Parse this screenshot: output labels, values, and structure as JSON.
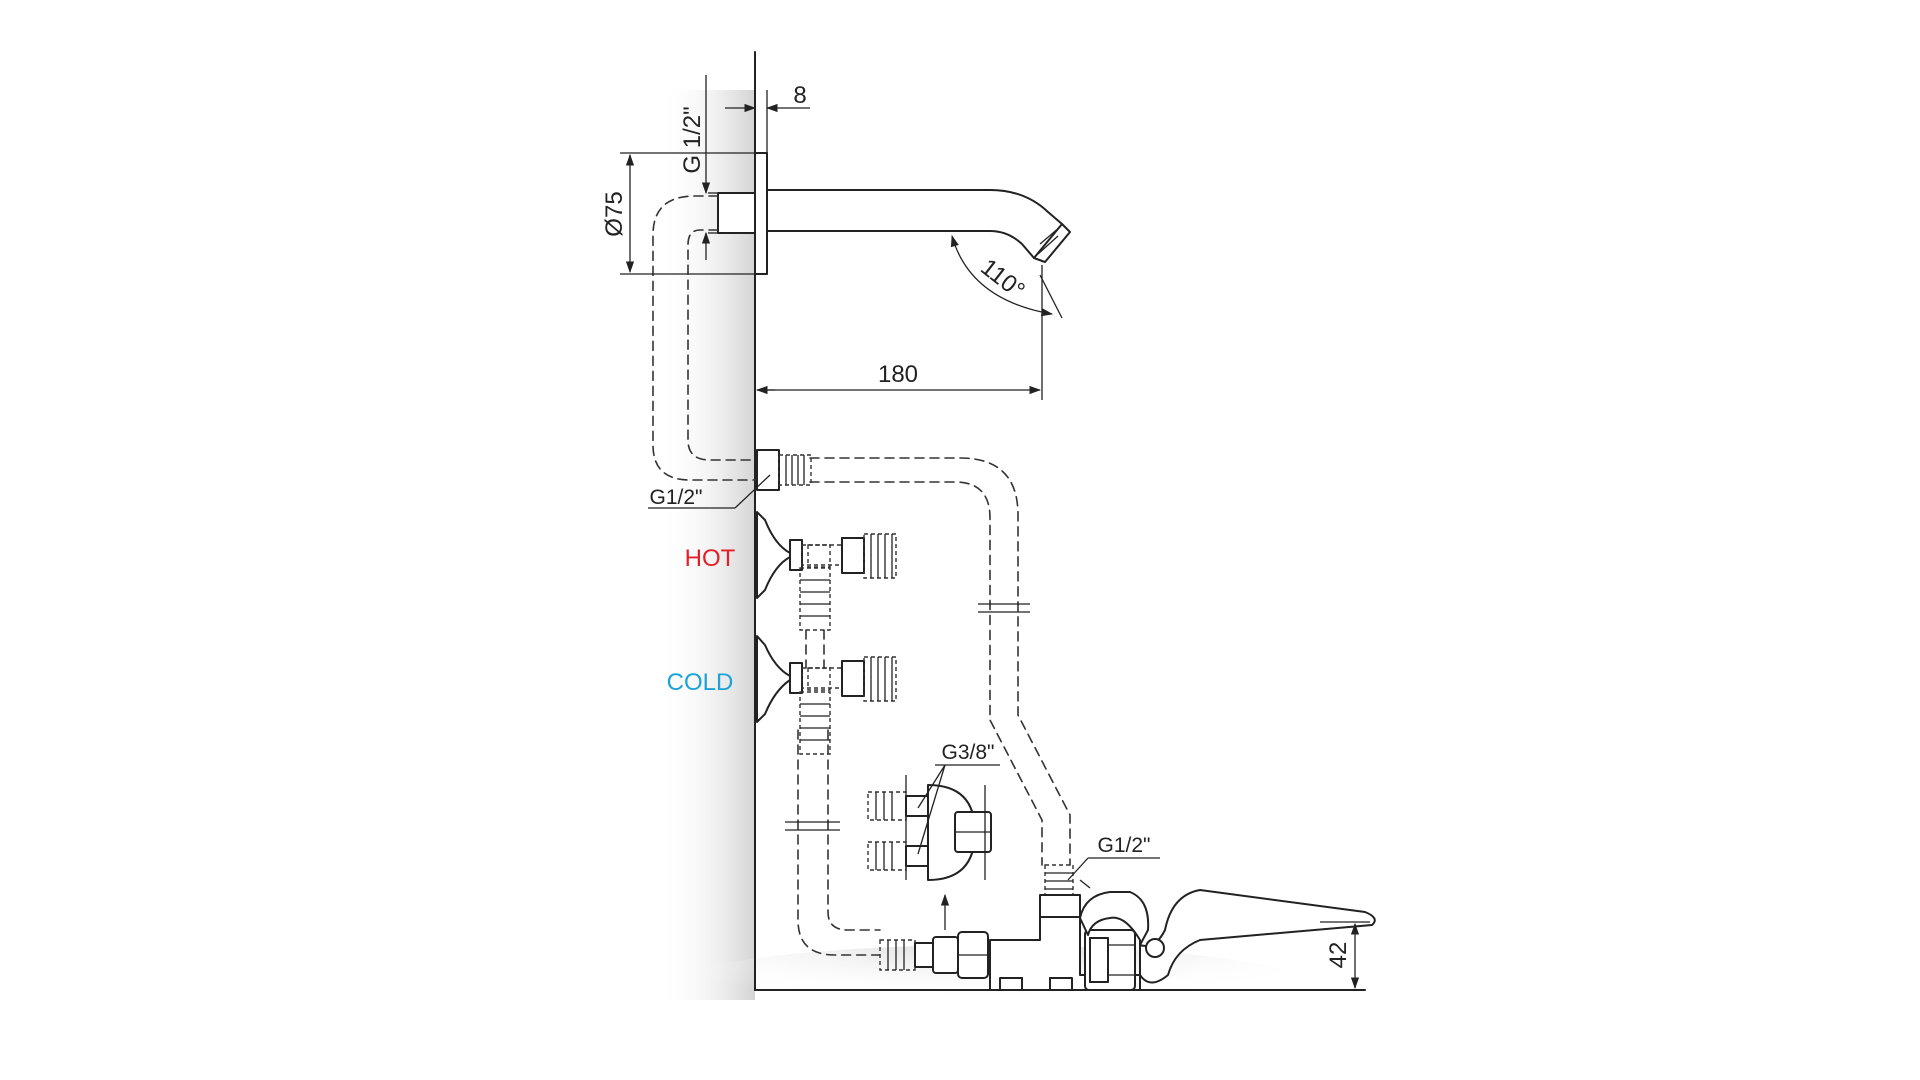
{
  "labels": {
    "thread_spout": "G 1/2\"",
    "plate_thickness": "8",
    "plate_diameter": "Ø75",
    "angle": "110°",
    "projection": "180",
    "thread_upper": "G1/2\"",
    "hot": "HOT",
    "cold": "COLD",
    "thread_supply": "G3/8\"",
    "thread_pedal": "G1/2\"",
    "pedal_height": "42"
  },
  "colors": {
    "line": "#222222",
    "hot": "#e3202a",
    "cold": "#1ba3d8",
    "wall_shadow": "#d8d8d8"
  }
}
